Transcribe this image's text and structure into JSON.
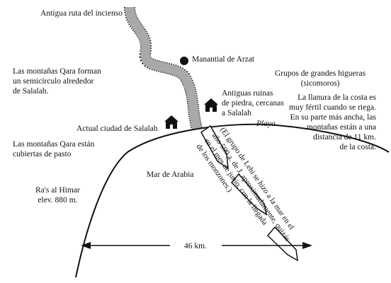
{
  "title": "Antigua ruta del incienso",
  "labels": {
    "arzat": "Manantial de Arzat",
    "qara_semicircle": "Las montañas Qara forman\nun semicírculo alrededor\nde Salalah.",
    "sycamore": "Grupos de grandes higueras\n(sicomoros)",
    "ruins": "Antiguas ruinas\nde piedra, cercanas\na Salalah",
    "coastal_plain": "La llanura de la costa es\nmuy fértil cuando se riega.\nEn su parte más ancha, las\nmontañas están a una\ndistancia de 11 km.\nde la costa.",
    "salalah": "Actual ciudad de Salalah",
    "beach": "Playa",
    "qara_grass": "Las montañas Qara están\ncubiertas de pasto",
    "arabian_sea": "Mar de Arabia",
    "ras_al_himar": "Ra's al Himar\nelev. 880 m.",
    "lehi_note": "(El grupo de Lehi se hizo a la mar en el\naño 590 a. de J. aproximadamente, quizás\nen el mes de junio, con la llegada\nde los monzones.)",
    "distance": "46 km."
  },
  "icons": [
    "house-icon",
    "house-icon",
    "spring-marker-icon",
    "sailing-arrow-icon"
  ],
  "colors": {
    "ink": "#111111",
    "route_fill": "#a9a9a9",
    "background": "#ffffff"
  }
}
